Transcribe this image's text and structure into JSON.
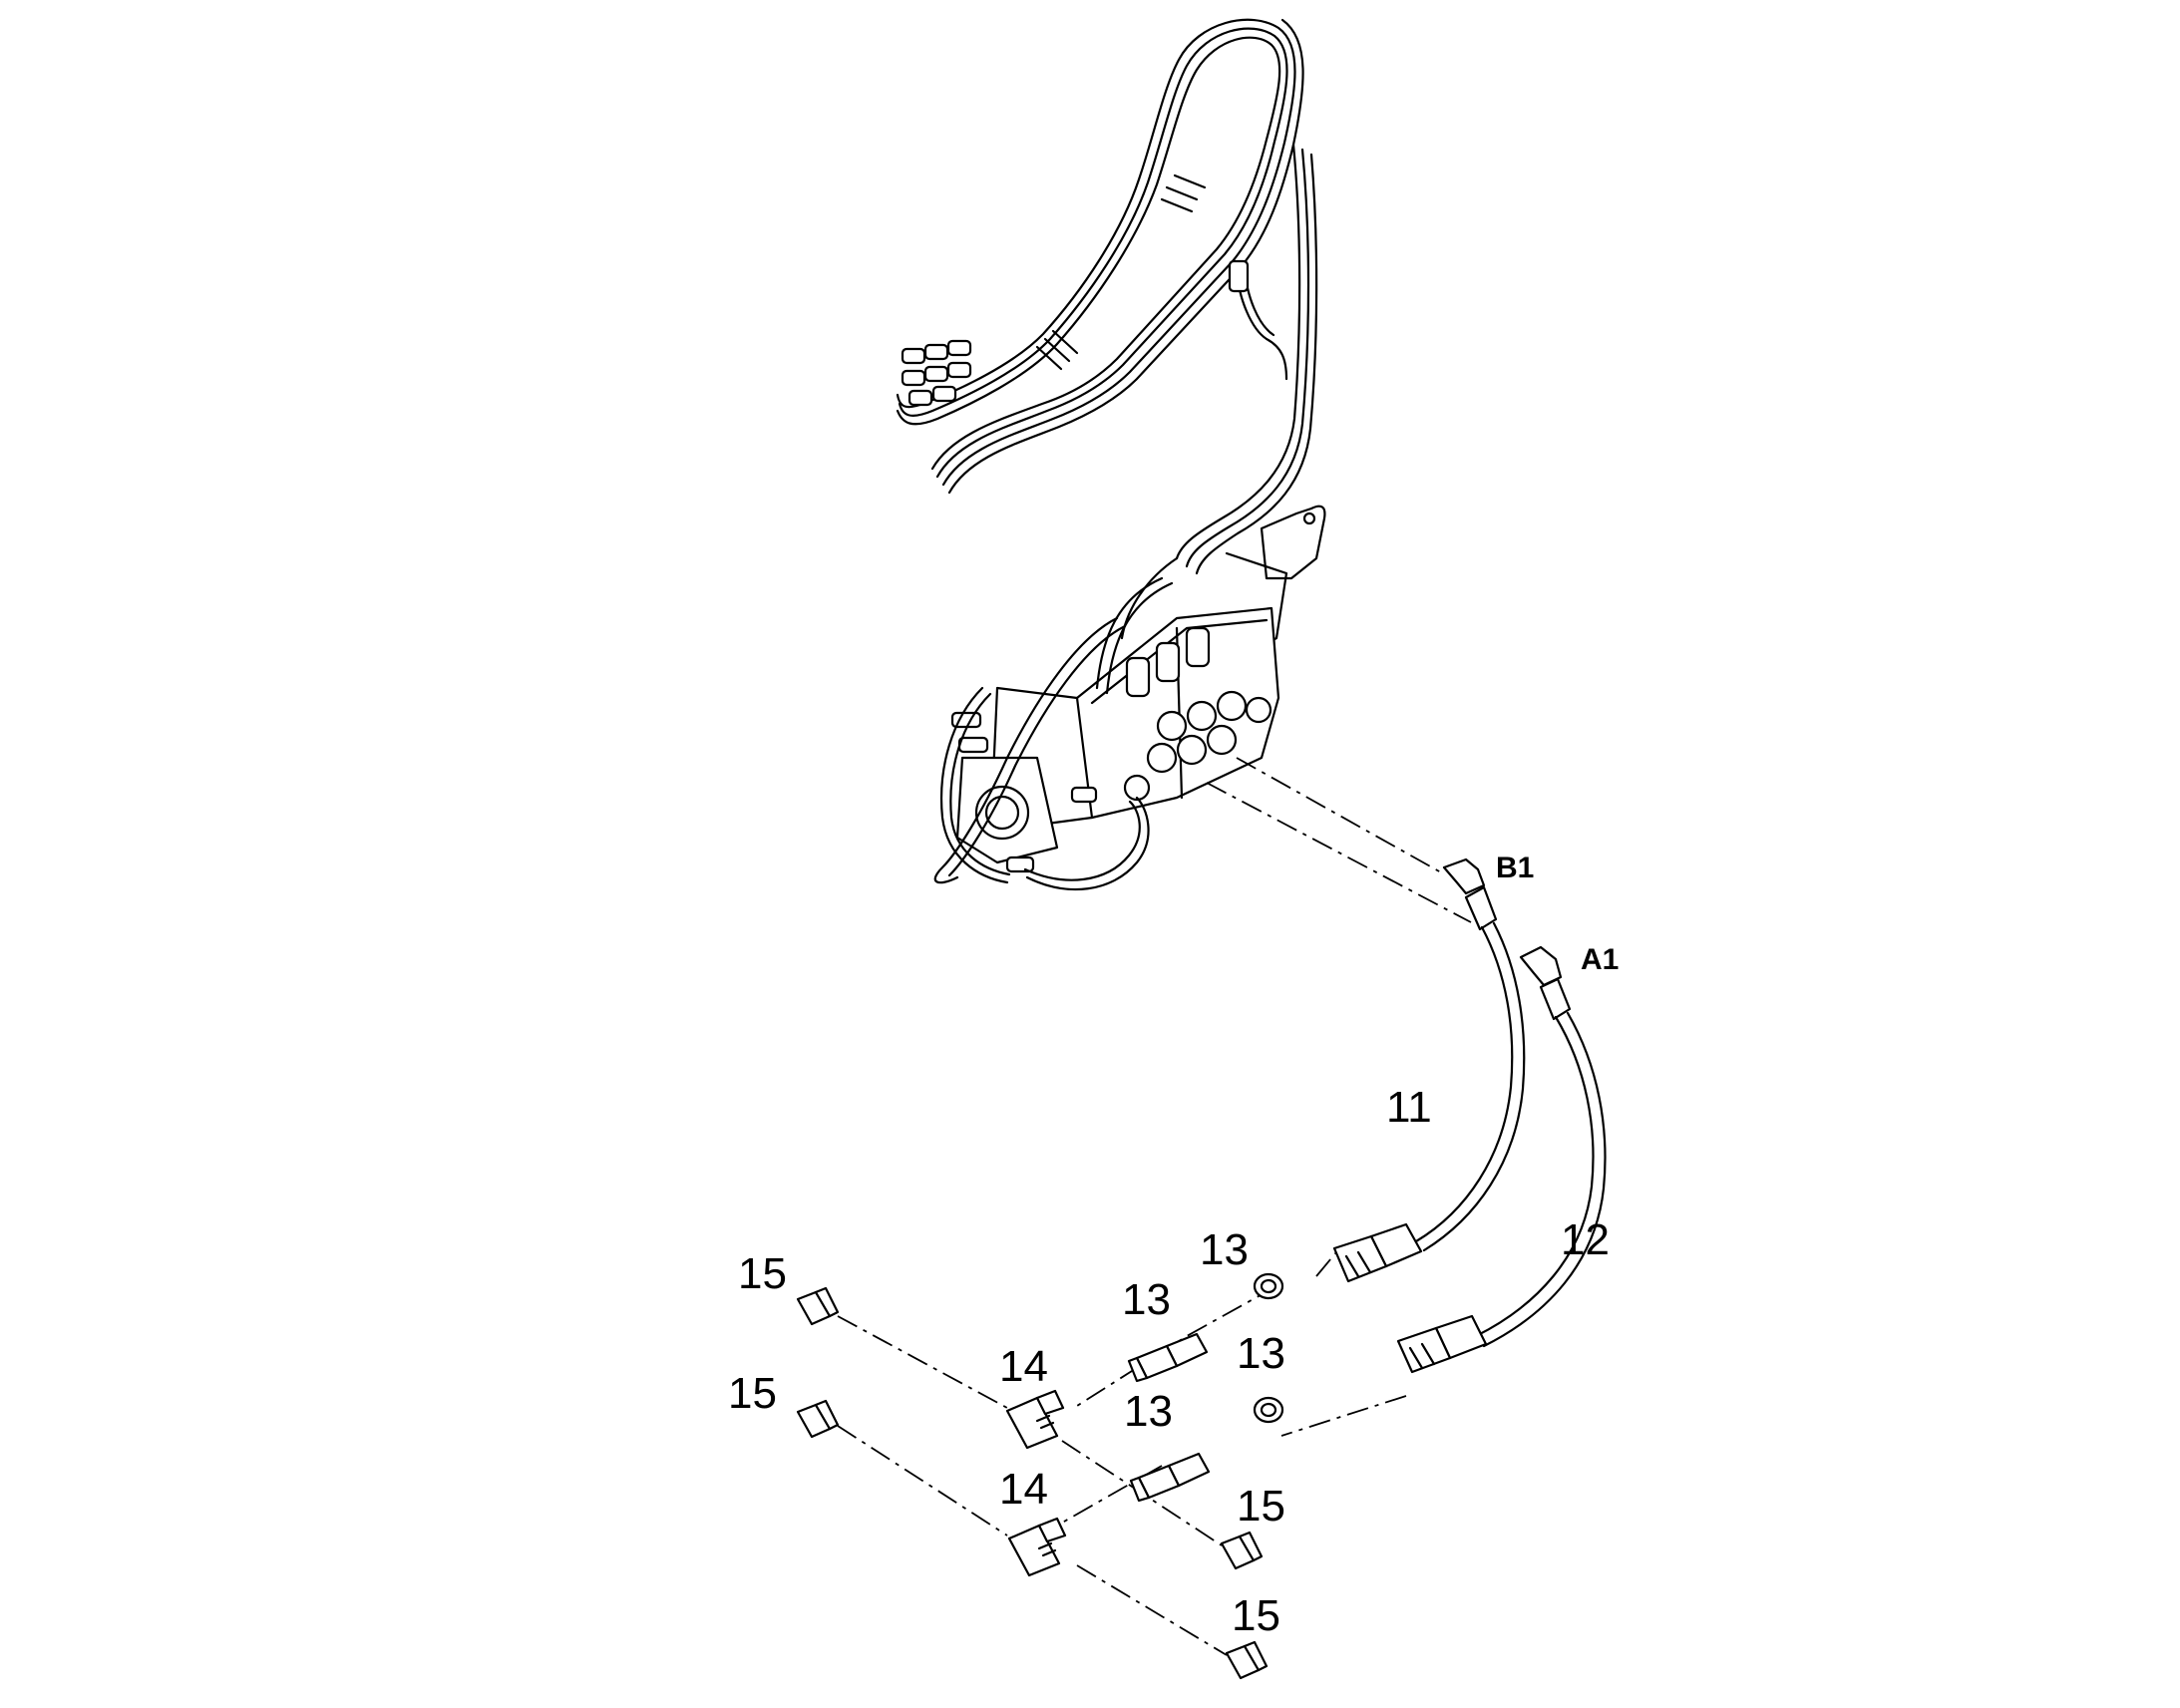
{
  "colors": {
    "line": "#000000",
    "background": "#ffffff"
  },
  "ports": {
    "b1": "B1",
    "a1": "A1"
  },
  "callouts": {
    "hose_b1": "11",
    "hose_a1": "12",
    "washer_upper": "13",
    "adapter_upper": "13",
    "washer_lower": "13",
    "adapter_lower": "13",
    "tee_upper": "14",
    "tee_lower": "14",
    "plug_upper_left": "15",
    "plug_lower_left": "15",
    "plug_upper_right": "15",
    "plug_lower_right": "15"
  }
}
